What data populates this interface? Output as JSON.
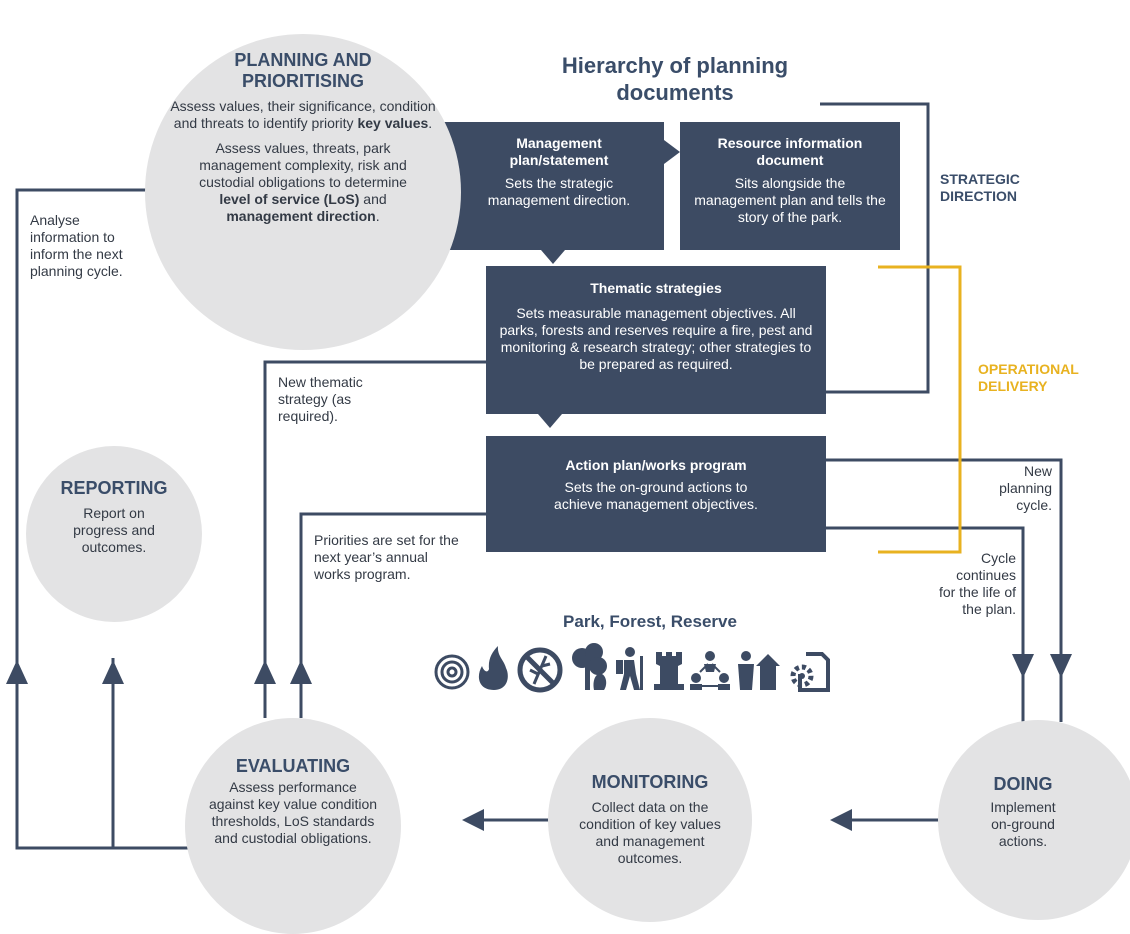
{
  "title": "Hierarchy of planning documents",
  "planning": {
    "title": "PLANNING AND PRIORITISING",
    "text1_a": "Assess values, their significance, condition and threats to identify priority",
    "text1_b": "key values",
    "text1_c": ".",
    "text2_a": "Assess values, threats, park management complexity, risk and custodial obligations to determine",
    "text2_b": "level of service (LoS)",
    "text2_c": "and",
    "text2_d": "management direction",
    "text2_e": "."
  },
  "boxes": {
    "management_plan": {
      "title": "Management plan/statement",
      "body": "Sets the strategic management direction."
    },
    "resource_info": {
      "title": "Resource information document",
      "body": "Sits alongside the management plan and tells the story of the park."
    },
    "thematic": {
      "title": "Thematic strategies",
      "body": "Sets measurable management objectives. All parks, forests and reserves require a fire, pest and monitoring & research strategy; other strategies to be prepared as required."
    },
    "action_plan": {
      "title": "Action plan/works program",
      "body": "Sets the on-ground actions to achieve management objectives."
    }
  },
  "labels": {
    "strategic_line1": "STRATEGIC",
    "strategic_line2": "DIRECTION",
    "operational_line1": "OPERATIONAL",
    "operational_line2": "DELIVERY",
    "strategic_color": "#3a4d69",
    "operational_color": "#e8b220"
  },
  "notes": {
    "analyse": "Analyse information to inform the next planning cycle.",
    "new_thematic": "New thematic strategy (as required).",
    "priorities": "Priorities are set for the next year’s annual works program.",
    "new_cycle": "New planning cycle.",
    "cycle_continues": "Cycle continues for the life of the plan."
  },
  "park": {
    "title": "Park, Forest, Reserve",
    "icons": [
      "target-rings-icon",
      "fire-icon",
      "no-pests-icon",
      "flora-fauna-icon",
      "hiker-icon",
      "tower-icon",
      "community-icon",
      "ranger-hut-icon",
      "asset-gear-icon"
    ]
  },
  "reporting": {
    "title": "REPORTING",
    "body": "Report on progress and outcomes."
  },
  "evaluating": {
    "title": "EVALUATING",
    "body": "Assess performance against key value condition thresholds, LoS standards and custodial obligations."
  },
  "monitoring": {
    "title": "MONITORING",
    "body": "Collect data on the condition of key values and management outcomes."
  },
  "doing": {
    "title": "DOING",
    "body": "Implement on-ground actions."
  },
  "colors": {
    "navy": "#3d4b63",
    "circle": "#e3e3e4",
    "gold": "#e8b220"
  }
}
